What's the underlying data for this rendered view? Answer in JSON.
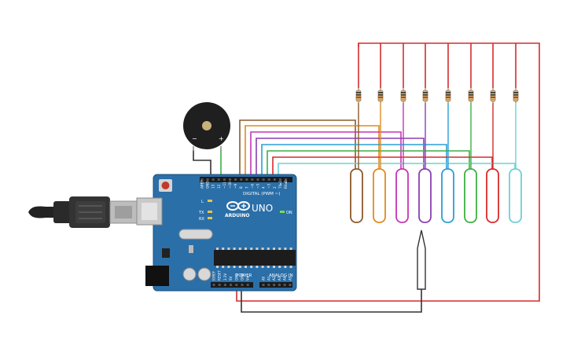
{
  "board": {
    "brand": "ARDUINO",
    "model": "UNO",
    "digital_label": "DIGITAL (PWM ~)",
    "power_label": "POWER",
    "analog_label": "ANALOG IN",
    "on_label": "ON",
    "led_l": "L",
    "led_tx": "TX",
    "led_rx": "RX",
    "top_pins": [
      "AREF",
      "GND",
      "13",
      "12",
      "~11",
      "~10",
      "~9",
      "8",
      "7",
      "~6",
      "~5",
      "4",
      "~3",
      "2",
      "TX▸1",
      "RX◂0"
    ],
    "power_pins": [
      "IOREF",
      "RESET",
      "3.3V",
      "5V",
      "GND",
      "GND",
      "Vin"
    ],
    "analog_pins": [
      "A0",
      "A1",
      "A2",
      "A3",
      "A4",
      "A5"
    ],
    "color": "#2b6fa8"
  },
  "buzzer": {
    "minus": "−",
    "plus": "+"
  },
  "wire_colors": {
    "brown": "#8b5a2b",
    "orange": "#e08a1e",
    "magenta": "#c435b8",
    "purple": "#8a3fb0",
    "blue": "#2a9fd6",
    "green": "#3cb043",
    "red": "#d62b2b",
    "cyan": "#6fcfd6",
    "black": "#333333"
  }
}
